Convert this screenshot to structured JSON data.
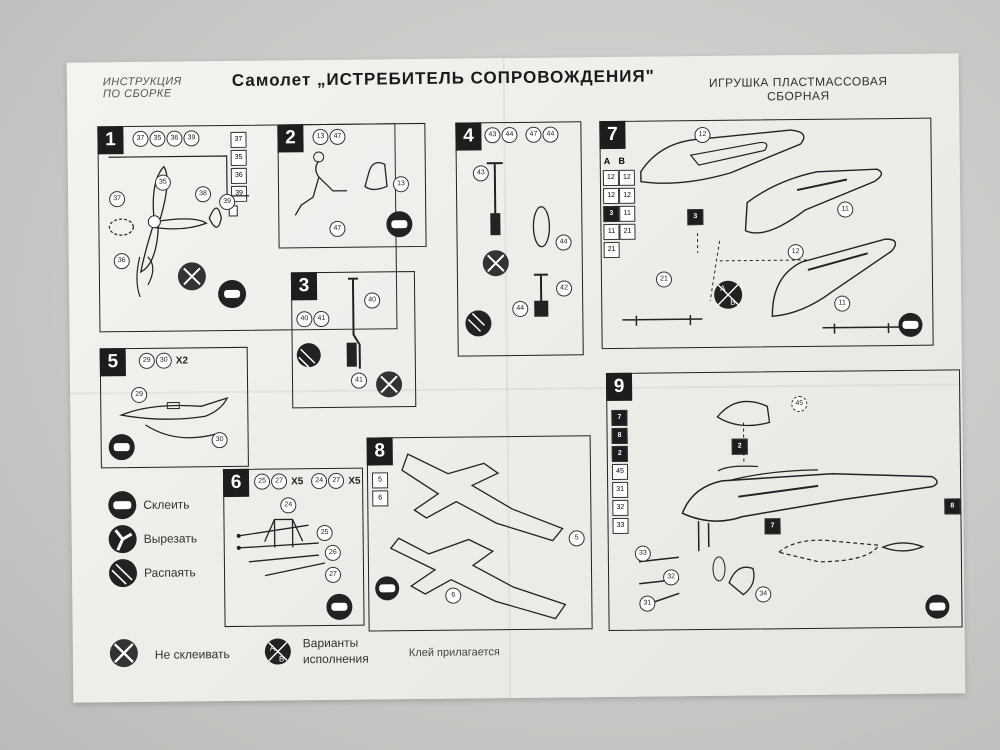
{
  "header": {
    "left_line1": "ИНСТРУКЦИЯ",
    "left_line2": "ПО СБОРКЕ",
    "title": "Самолет „ИСТРЕБИТЕЛЬ СОПРОВОЖДЕНИЯ\"",
    "right_line1": "ИГРУШКА ПЛАСТМАССОВАЯ",
    "right_line2": "СБОРНАЯ"
  },
  "panels": {
    "p1": {
      "num": "1",
      "chips": [
        "37",
        "35",
        "36",
        "39"
      ],
      "side": [
        "37",
        "35",
        "36",
        "39"
      ],
      "labels": [
        "35",
        "37",
        "38",
        "39",
        "36"
      ]
    },
    "p2": {
      "num": "2",
      "chips": [
        "13",
        "47"
      ],
      "labels": [
        "13",
        "47"
      ]
    },
    "p3": {
      "num": "3",
      "chips": [
        "40",
        "41"
      ],
      "labels": [
        "40",
        "41"
      ]
    },
    "p4": {
      "num": "4",
      "chips_a": [
        "43",
        "44"
      ],
      "chips_b": [
        "47",
        "44"
      ],
      "labels": [
        "43",
        "44",
        "42",
        "44"
      ]
    },
    "p5": {
      "num": "5",
      "chips": [
        "29",
        "30"
      ],
      "mult": "X2",
      "labels": [
        "29",
        "30"
      ]
    },
    "p6": {
      "num": "6",
      "chips_a": [
        "25",
        "27"
      ],
      "mult_a": "X5",
      "chips_b": [
        "24",
        "27"
      ],
      "mult_b": "X5",
      "labels": [
        "24",
        "25",
        "26",
        "27"
      ]
    },
    "p7": {
      "num": "7",
      "ab_a": "A",
      "ab_b": "B",
      "side": [
        "12",
        "12",
        "3",
        "11",
        "21"
      ],
      "side_b": [
        "12",
        "12",
        "11",
        "21"
      ],
      "sub": "3",
      "labels": [
        "12",
        "11",
        "21",
        "12",
        "11"
      ]
    },
    "p8": {
      "num": "8",
      "side": [
        "5",
        "6"
      ],
      "labels": [
        "5",
        "6"
      ]
    },
    "p9": {
      "num": "9",
      "side": [
        "7",
        "8",
        "2",
        "45",
        "31",
        "32",
        "33"
      ],
      "sub_a": "2",
      "sub_b": "7",
      "sub_c": "8",
      "labels": [
        "45",
        "33",
        "32",
        "31",
        "34"
      ]
    }
  },
  "legend": {
    "glue": "Склеить",
    "cut": "Вырезать",
    "melt": "Распаять",
    "no_glue": "Не склеивать",
    "variants_line1": "Варианты",
    "variants_line2": "исполнения",
    "glue_included": "Клей прилагается"
  },
  "colors": {
    "ink": "#1d1d1d",
    "paper": "#f0f1ec"
  }
}
